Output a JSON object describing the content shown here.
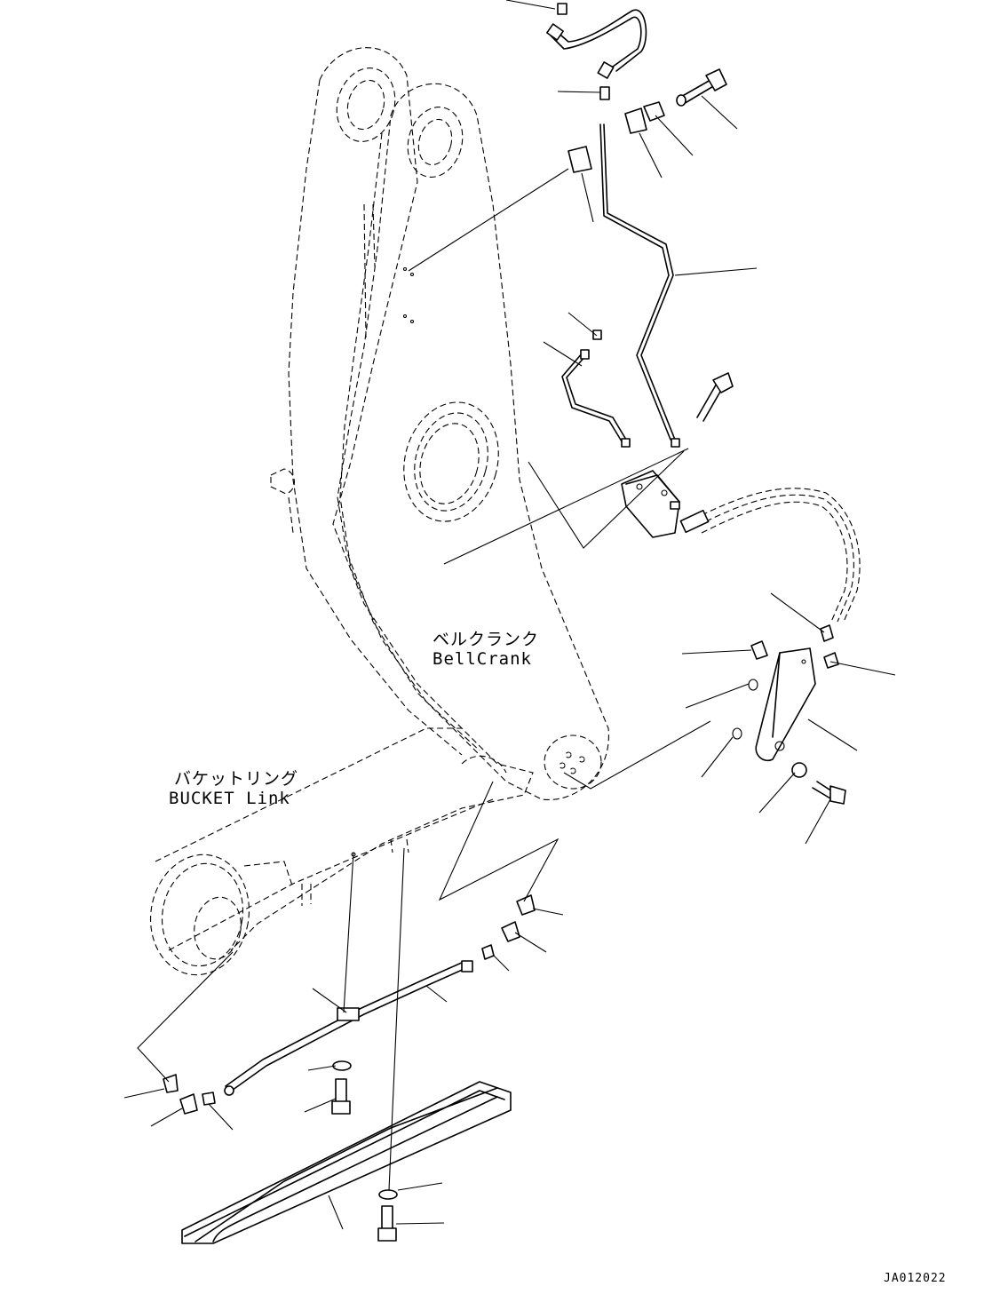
{
  "labels": {
    "bellcrank_jp": "ベルクランク",
    "bellcrank_en": "BellCrank",
    "bucket_link_jp": "バケットリング",
    "bucket_link_en": "BUCKET Link",
    "drawing_code": "JA012022"
  },
  "icons": [
    "hose-icon",
    "bolt-icon",
    "clip-icon",
    "pipe-icon",
    "block-icon",
    "bracket-icon",
    "washer-icon",
    "elbow-fitting-icon",
    "nipple-icon",
    "cover-icon"
  ]
}
